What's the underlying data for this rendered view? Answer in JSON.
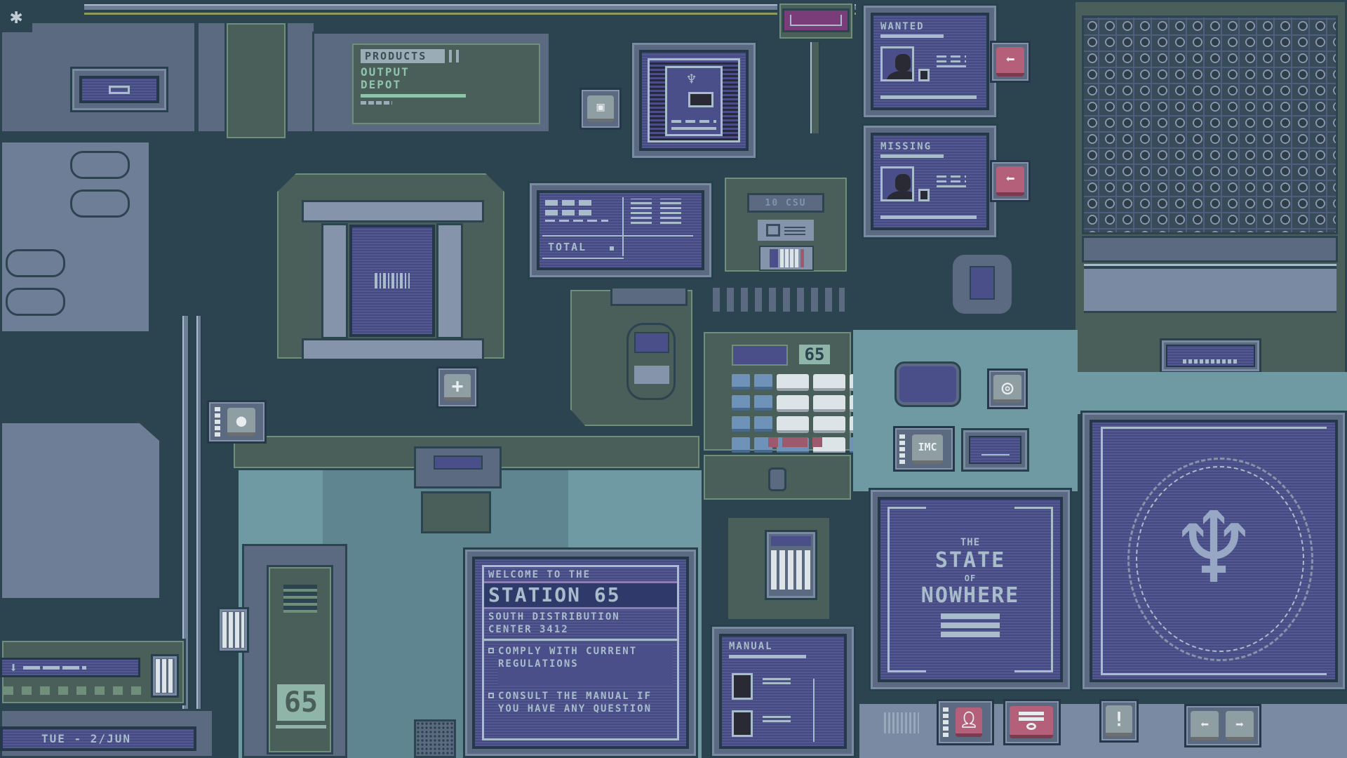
{
  "top_left": {
    "settings_icon": "gear-icon"
  },
  "products_panel": {
    "tab_label": "PRODUCTS",
    "line1": "OUTPUT",
    "line2": "DEPOT"
  },
  "receipt_screen": {
    "total_label": "TOTAL"
  },
  "scale_display": {
    "readout": "10 CSU"
  },
  "cash_register": {
    "station_number": "65"
  },
  "wanted_board": {
    "title": "WANTED",
    "button_icon": "arrow-left-icon"
  },
  "missing_board": {
    "title": "MISSING",
    "button_icon": "arrow-left-icon"
  },
  "welcome_screen": {
    "line1": "WELCOME TO THE",
    "title": "STATION 65",
    "sub1": "SOUTH DISTRIBUTION",
    "sub2": "CENTER 3412",
    "rules": [
      "COMPLY WITH CURRENT REGULATIONS",
      "CONSULT THE MANUAL IF YOU HAVE ANY QUESTION"
    ]
  },
  "manual_panel": {
    "title": "MANUAL"
  },
  "state_panel": {
    "line1": "THE",
    "line2": "STATE",
    "line3": "OF",
    "line4": "NOWHERE"
  },
  "locker": {
    "number": "65"
  },
  "date_bar": {
    "text": "TUE - 2/JUN"
  },
  "imc_button": {
    "label": "IMC"
  },
  "toolbar": {
    "profile_icon": "person-icon",
    "stamp_icon": "stamp-icon",
    "alert_icon": "exclamation-icon",
    "prev_icon": "arrow-left-icon",
    "next_icon": "arrow-right-icon"
  },
  "glyphs": {
    "gear": "✱",
    "plus": "+",
    "left": "⬅",
    "right": "➡",
    "alert": "!",
    "apple": "●",
    "target": "◎"
  },
  "colors": {
    "screen": "#4a4f8a",
    "accent_red": "#b5607a",
    "text": "#a9bccb",
    "machinery_green": "#4a5e5a",
    "metal": "#5b6a80",
    "floor_teal": "#6f9aa3",
    "magenta_display": "#7a3d7a"
  }
}
